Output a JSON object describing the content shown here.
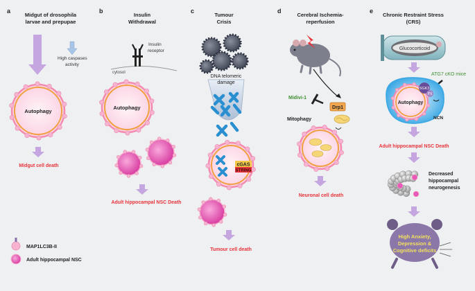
{
  "panels": {
    "a": {
      "letter": "a",
      "title_line1": "Midgut of drosophila",
      "title_line2": "larvae and prepupae",
      "caspase_line1": "High caspases",
      "caspase_line2": "activity",
      "autophagy": "Autophagy",
      "outcome": "Midgut cell death"
    },
    "b": {
      "letter": "b",
      "title_line1": "Insulin",
      "title_line2": "Withdrawal",
      "receptor_line1": "Insulin",
      "receptor_line2": "receptor",
      "cytosol": "cytosol",
      "autophagy": "Autophagy",
      "outcome": "Adult hippocampal NSC Death"
    },
    "c": {
      "letter": "c",
      "title_line1": "Tumour",
      "title_line2": "Crisis",
      "damage_line1": "DNA telomeric",
      "damage_line2": "damage",
      "cgas": "cGAS",
      "sting": "STRING",
      "outcome": "Tumour  cell death"
    },
    "d": {
      "letter": "d",
      "title_line1": "Cerebral Ischemia-",
      "title_line2": "reperfusion",
      "inhibitor": "Midivi-1",
      "drp1": "Drp1",
      "mitophagy": "Mitophagy",
      "outcome": "Neuronal cell death"
    },
    "e": {
      "letter": "e",
      "title_line1": "Chronic Restraint Stress",
      "title_line2": "(CRS)",
      "glucocorticoid": "Glucocorticoid",
      "mice": "ATG7 cKO mice",
      "sgk3": "SGK3",
      "px": "PX",
      "autophagy": "Autophagy",
      "ncn": "NCN",
      "outcome": "Adult hippocampal NSC Death",
      "neuro_line1": "Decreased",
      "neuro_line2": "hippocampal",
      "neuro_line3": "neurogenesis",
      "anx_line1": "High Anxiety,",
      "anx_line2": "Depression &",
      "anx_line3": "Cognitive deficits"
    }
  },
  "legend": {
    "marker": "MAP1LC3B-II",
    "nsc": "Adult hippocampal NSC"
  },
  "colors": {
    "outcome_red": "#e8343a",
    "arrow_purple": "#c6a6e0",
    "caspase_blue": "#a8c4e6",
    "membrane_orange": "#f0a040",
    "membrane_pink": "#f48ab0",
    "interior_pink": "#fde0ea",
    "marker_pink": "#f7b3cf",
    "nsc_magenta": "#e95ab8",
    "dna_blue": "#2a8fd0",
    "green_text": "#3f8f2f",
    "cell_blue": "#3aa7e4",
    "mouse_gray": "#7d7f8c",
    "mouse_purple": "#8b78a8"
  }
}
